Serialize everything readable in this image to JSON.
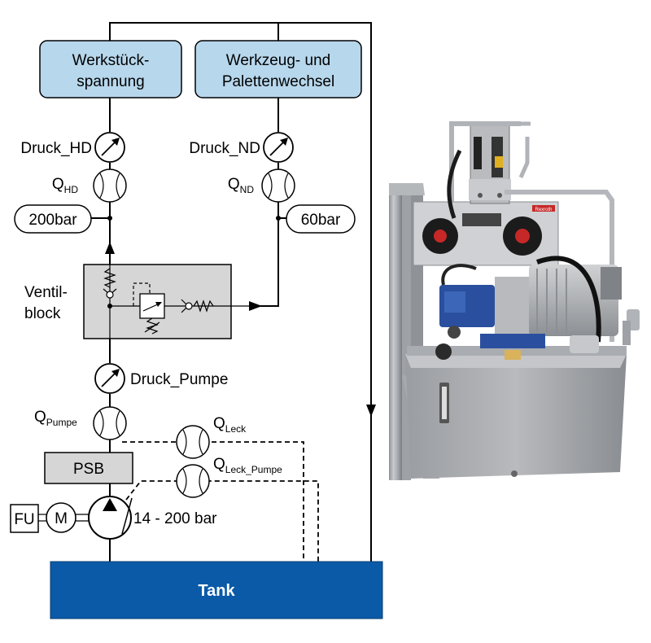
{
  "consumers": {
    "workpiece_clamping": [
      "Werkstück-",
      "spannung"
    ],
    "tool_pallet_change": [
      "Werkzeug- und",
      "Palettenwechsel"
    ]
  },
  "sensors": {
    "pressure_hd": "Druck_HD",
    "pressure_nd": "Druck_ND",
    "pressure_pump": "Druck_Pumpe",
    "flow_hd": {
      "base": "Q",
      "sub": "HD"
    },
    "flow_nd": {
      "base": "Q",
      "sub": "ND"
    },
    "flow_pump": {
      "base": "Q",
      "sub": "Pumpe"
    },
    "flow_leak": {
      "base": "Q",
      "sub": "Leck"
    },
    "flow_leak_pump": {
      "base": "Q",
      "sub": "Leck_Pumpe"
    }
  },
  "accumulators": {
    "hd": "200bar",
    "nd": "60bar"
  },
  "valve_block": [
    "Ventil-",
    "block"
  ],
  "psb": "PSB",
  "fu": "FU",
  "motor": "M",
  "pump_range": "14 - 200 bar",
  "tank": "Tank",
  "photo": {
    "brand_label": "Rexroth"
  },
  "colors": {
    "consumer_fill": "#b7d7ec",
    "tank_fill": "#0a5aa8",
    "grey_fill": "#d6d6d6"
  }
}
